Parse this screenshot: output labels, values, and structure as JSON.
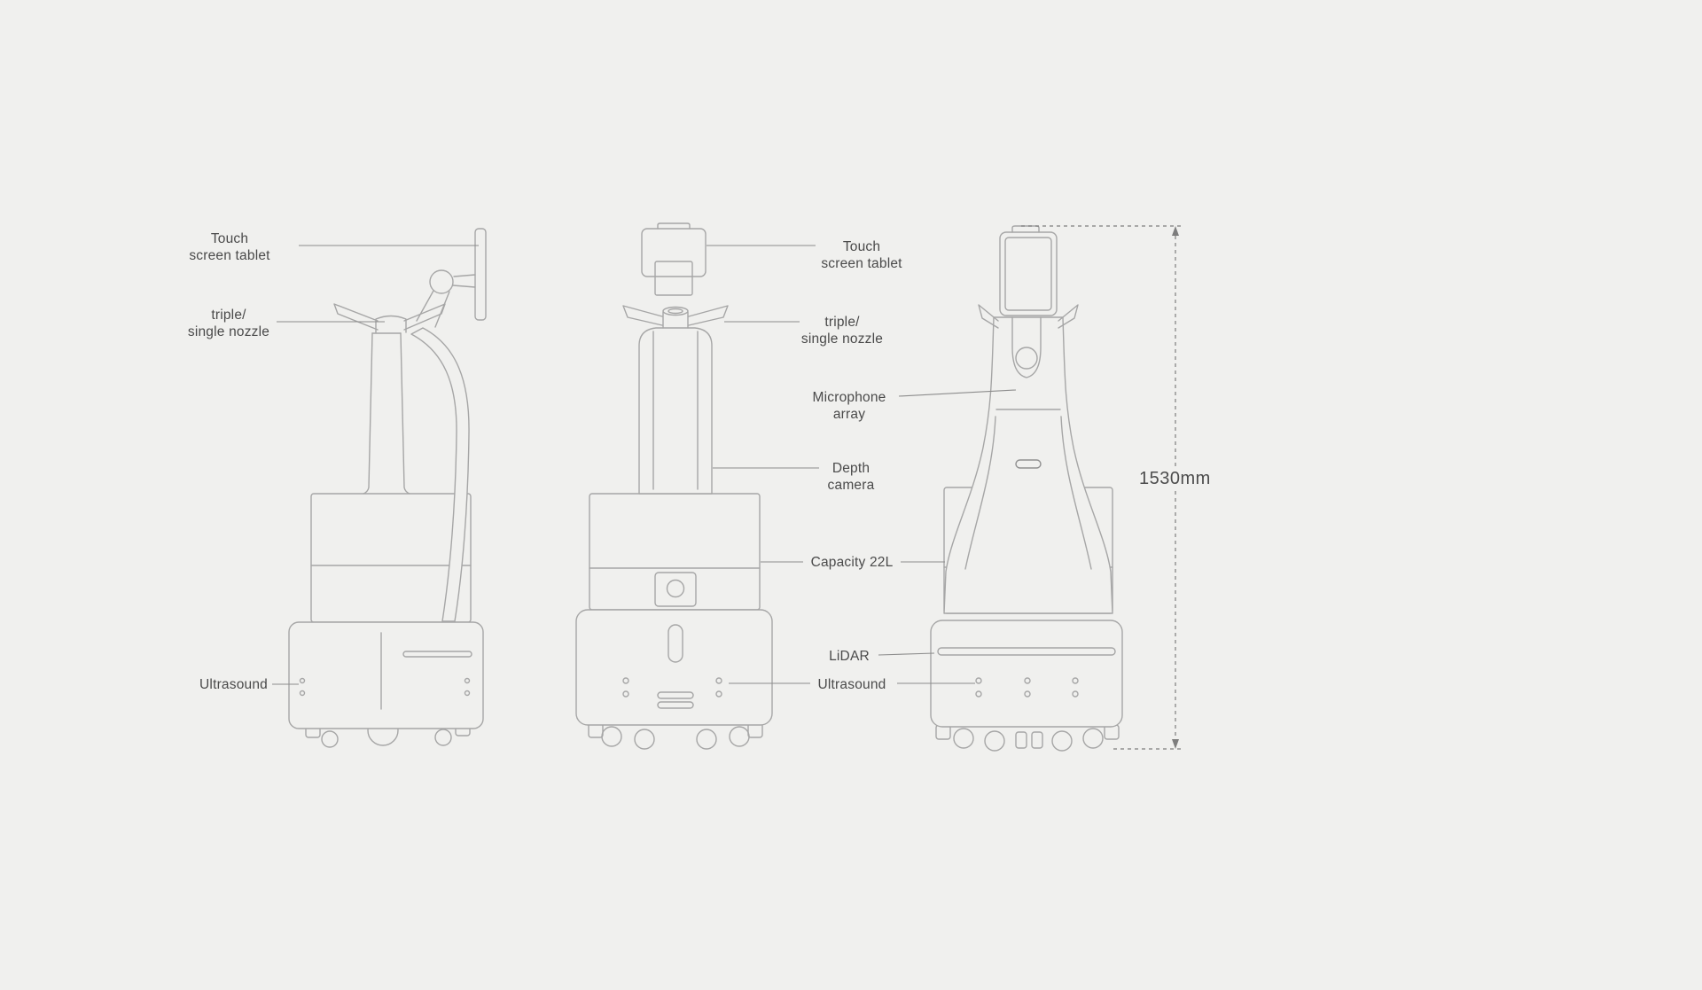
{
  "background_color": "#f0f0ee",
  "line_color": "#a6a6a6",
  "leader_line_color": "#8c8c8c",
  "text_color": "#4a4a4a",
  "labels": {
    "side": {
      "touch_screen_tablet": "Touch\nscreen tablet",
      "nozzle": "triple/\nsingle nozzle",
      "ultrasound": "Ultrasound"
    },
    "front": {
      "touch_screen_tablet": "Touch\nscreen tablet",
      "nozzle": "triple/\nsingle nozzle",
      "microphone_array": "Microphone\narray",
      "depth_camera": "Depth\ncamera",
      "capacity": "Capacity 22L",
      "lidar": "LiDAR",
      "ultrasound": "Ultrasound"
    },
    "dimension": {
      "height": "1530mm"
    }
  }
}
